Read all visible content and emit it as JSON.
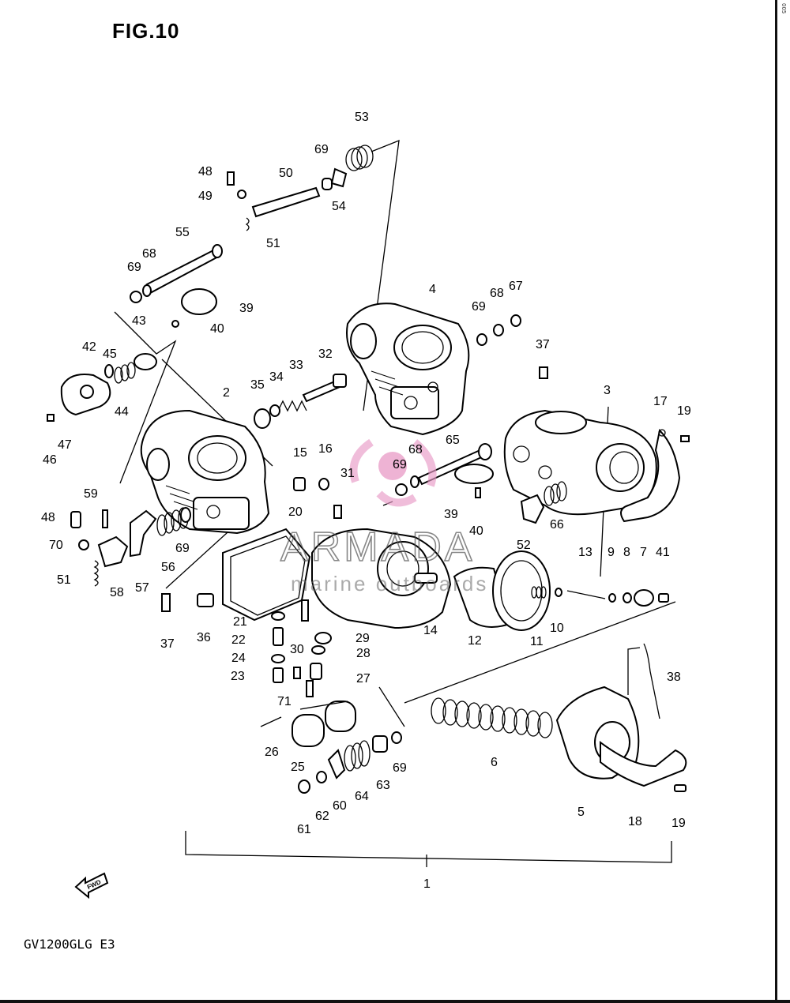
{
  "header": {
    "figure_label": "FIG.10"
  },
  "footer": {
    "model_code": "GV1200GLG E3",
    "fwd_label": "FWD"
  },
  "watermark": {
    "brand": "ARMADA",
    "tagline": "marine outboards",
    "accent_color": "#e89ac6"
  },
  "corner_stamp": "005",
  "callouts": [
    "53",
    "69",
    "48",
    "50",
    "49",
    "54",
    "51",
    "55",
    "68",
    "69",
    "39",
    "40",
    "43",
    "42",
    "45",
    "44",
    "47",
    "46",
    "4",
    "69",
    "68",
    "67",
    "37",
    "3",
    "17",
    "19",
    "2",
    "32",
    "33",
    "34",
    "35",
    "15",
    "16",
    "31",
    "69",
    "68",
    "65",
    "39",
    "40",
    "66",
    "52",
    "59",
    "48",
    "70",
    "51",
    "58",
    "57",
    "56",
    "69",
    "20",
    "21",
    "22",
    "24",
    "23",
    "36",
    "37",
    "30",
    "29",
    "28",
    "27",
    "71",
    "14",
    "12",
    "11",
    "10",
    "13",
    "9",
    "8",
    "7",
    "41",
    "38",
    "6",
    "5",
    "18",
    "19",
    "26",
    "25",
    "64",
    "63",
    "69",
    "60",
    "62",
    "61",
    "1"
  ]
}
